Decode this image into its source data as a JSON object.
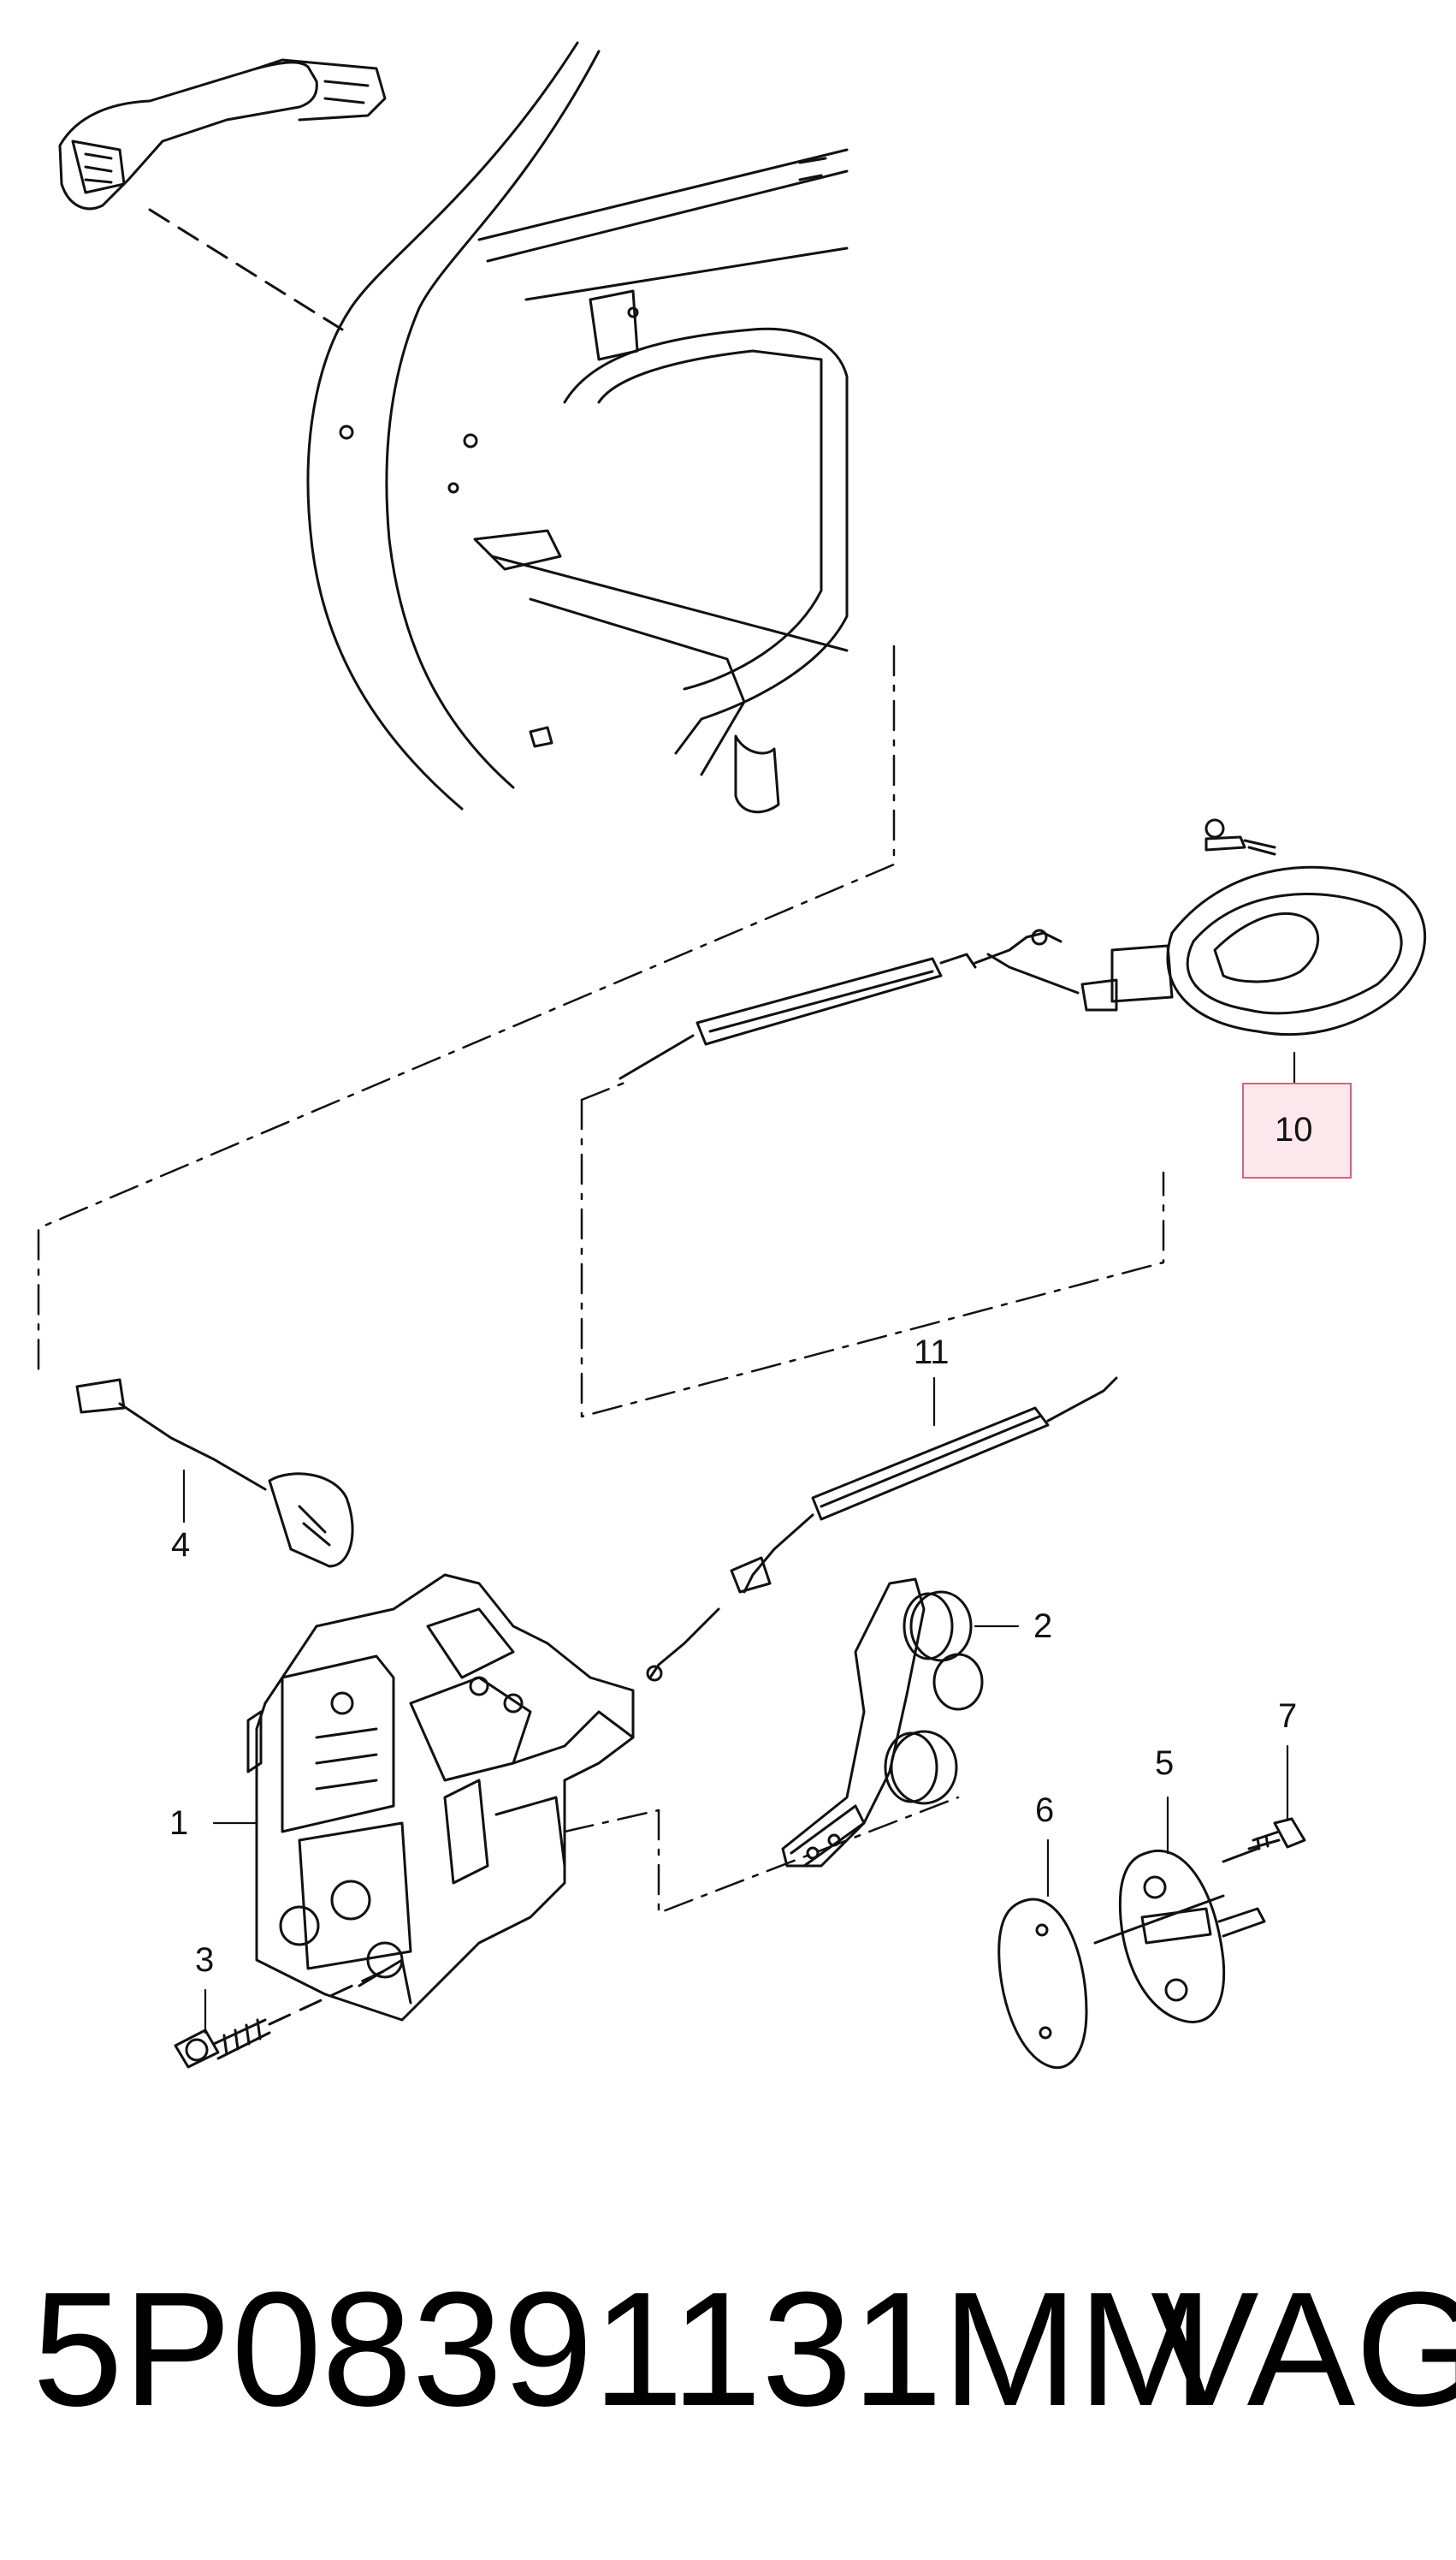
{
  "callouts": {
    "c1": "1",
    "c2": "2",
    "c3": "3",
    "c4": "4",
    "c5": "5",
    "c6": "6",
    "c7": "7",
    "c10": "10",
    "c11": "11"
  },
  "highlight_color": "#e0607a",
  "footer": {
    "part_number": "5P08391131MM",
    "brand": "VAG"
  }
}
